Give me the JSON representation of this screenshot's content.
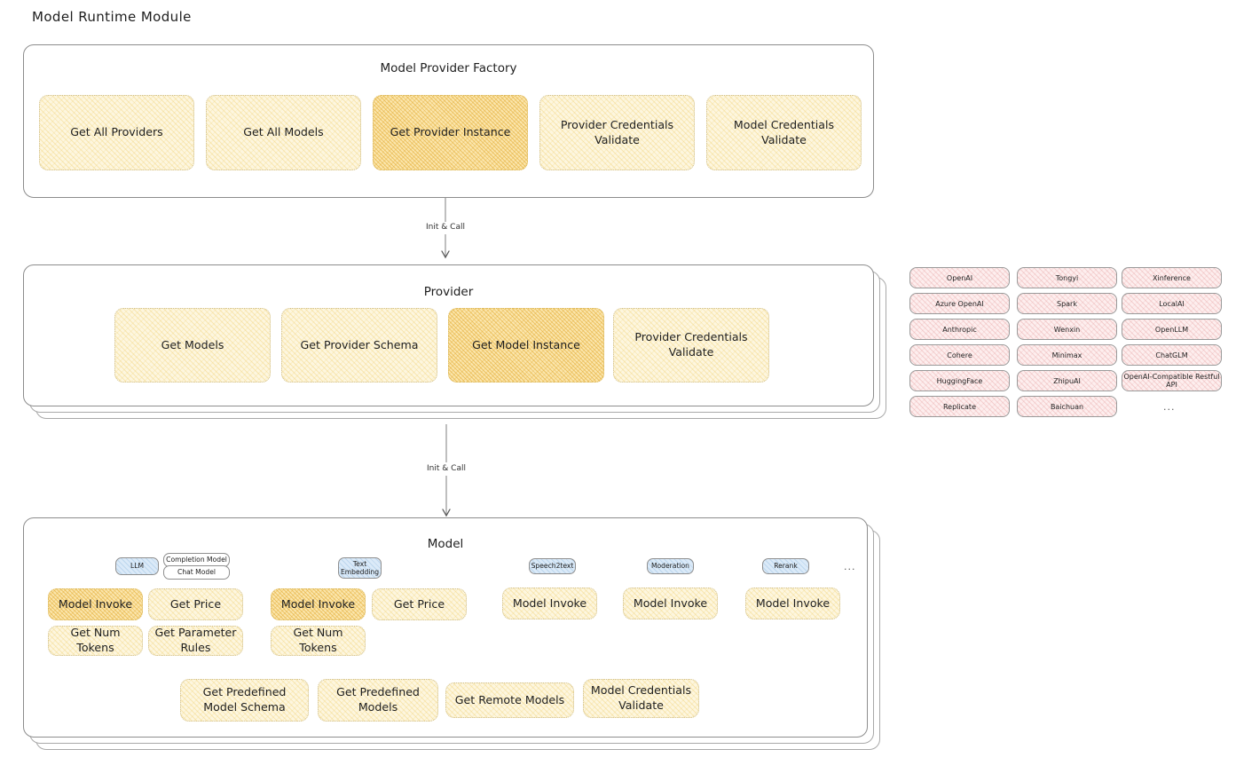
{
  "page": {
    "title": "Model Runtime Module"
  },
  "factory": {
    "title": "Model Provider Factory",
    "nodes": [
      {
        "label": "Get All Providers",
        "highlight": false
      },
      {
        "label": "Get All Models",
        "highlight": false
      },
      {
        "label": "Get Provider Instance",
        "highlight": true
      },
      {
        "label": "Provider Credentials Validate",
        "highlight": false
      },
      {
        "label": "Model Credentials Validate",
        "highlight": false
      }
    ]
  },
  "arrows": [
    {
      "label": "Init & Call"
    },
    {
      "label": "Init & Call"
    }
  ],
  "provider": {
    "title": "Provider",
    "nodes": [
      {
        "label": "Get Models",
        "highlight": false
      },
      {
        "label": "Get Provider Schema",
        "highlight": false
      },
      {
        "label": "Get Model Instance",
        "highlight": true
      },
      {
        "label": "Provider Credentials Validate",
        "highlight": false
      }
    ]
  },
  "provider_tags": {
    "col1": [
      "OpenAI",
      "Azure OpenAI",
      "Anthropic",
      "Cohere",
      "HuggingFace",
      "Replicate"
    ],
    "col2": [
      "Tongyi",
      "Spark",
      "Wenxin",
      "Minimax",
      "ZhipuAI",
      "Baichuan"
    ],
    "col3": [
      "Xinference",
      "LocalAI",
      "OpenLLM",
      "ChatGLM",
      "OpenAI-Compatible Restful API"
    ],
    "more": "..."
  },
  "model": {
    "title": "Model",
    "more": "...",
    "groups": [
      {
        "badge": "LLM",
        "badge_style": "blue",
        "sub_badges": [
          "Completion Model",
          "Chat Model"
        ],
        "nodes": [
          {
            "label": "Model Invoke",
            "highlight": true
          },
          {
            "label": "Get Price",
            "highlight": false
          },
          {
            "label": "Get Num Tokens",
            "highlight": false
          },
          {
            "label": "Get Parameter Rules",
            "highlight": false
          }
        ]
      },
      {
        "badge": "Text Embedding",
        "badge_style": "blue",
        "sub_badges": [],
        "nodes": [
          {
            "label": "Model Invoke",
            "highlight": true
          },
          {
            "label": "Get Price",
            "highlight": false
          },
          {
            "label": "Get Num Tokens",
            "highlight": false
          }
        ]
      },
      {
        "badge": "Speech2text",
        "badge_style": "blue",
        "sub_badges": [],
        "nodes": [
          {
            "label": "Model Invoke",
            "highlight": false
          }
        ]
      },
      {
        "badge": "Moderation",
        "badge_style": "blue",
        "sub_badges": [],
        "nodes": [
          {
            "label": "Model Invoke",
            "highlight": false
          }
        ]
      },
      {
        "badge": "Rerank",
        "badge_style": "blue",
        "sub_badges": [],
        "nodes": [
          {
            "label": "Model Invoke",
            "highlight": false
          }
        ]
      }
    ],
    "common_nodes": [
      {
        "label": "Get Predefined Model Schema"
      },
      {
        "label": "Get Predefined Models"
      },
      {
        "label": "Get Remote Models"
      },
      {
        "label": "Model Credentials Validate"
      }
    ]
  },
  "colors": {
    "node_fill": "#fdf6df",
    "node_highlight_fill": "#fbe6ad",
    "tag_fill": "#fdeeee",
    "badge_blue": "#dbeaf8",
    "stroke": "#8d8d8d"
  }
}
